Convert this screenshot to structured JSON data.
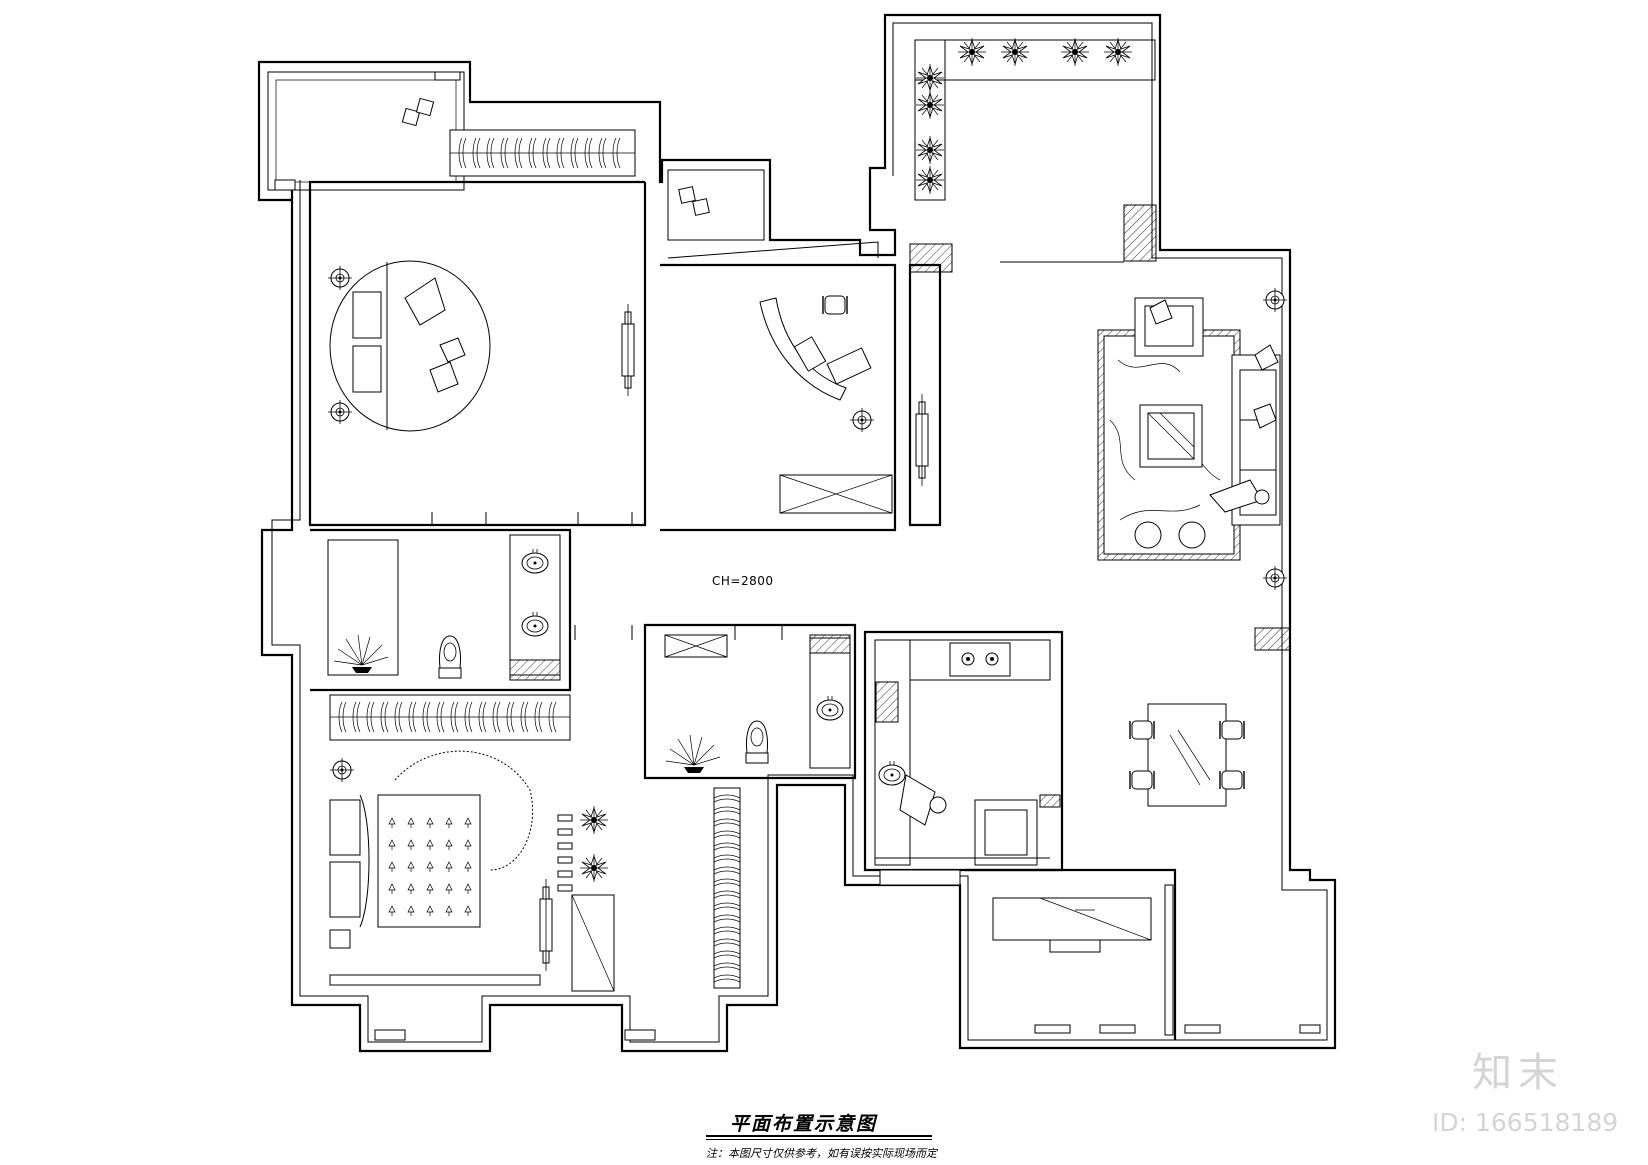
{
  "plan": {
    "ceiling_height_label": "CH=2800",
    "title": "平面布置示意图",
    "note": "注：本图尺寸仅供参考，如有误按实际现场而定"
  },
  "watermark": {
    "logo_text": "知末",
    "id_text": "ID: 166518189"
  },
  "icons": {
    "plant": "potted-plant-icon",
    "lamp": "floor-lamp-icon",
    "chair": "chair-icon",
    "toilet": "toilet-icon",
    "sink": "basin-icon",
    "shower": "shower-icon",
    "tv": "tv-icon",
    "stove": "gas-stove-icon"
  }
}
